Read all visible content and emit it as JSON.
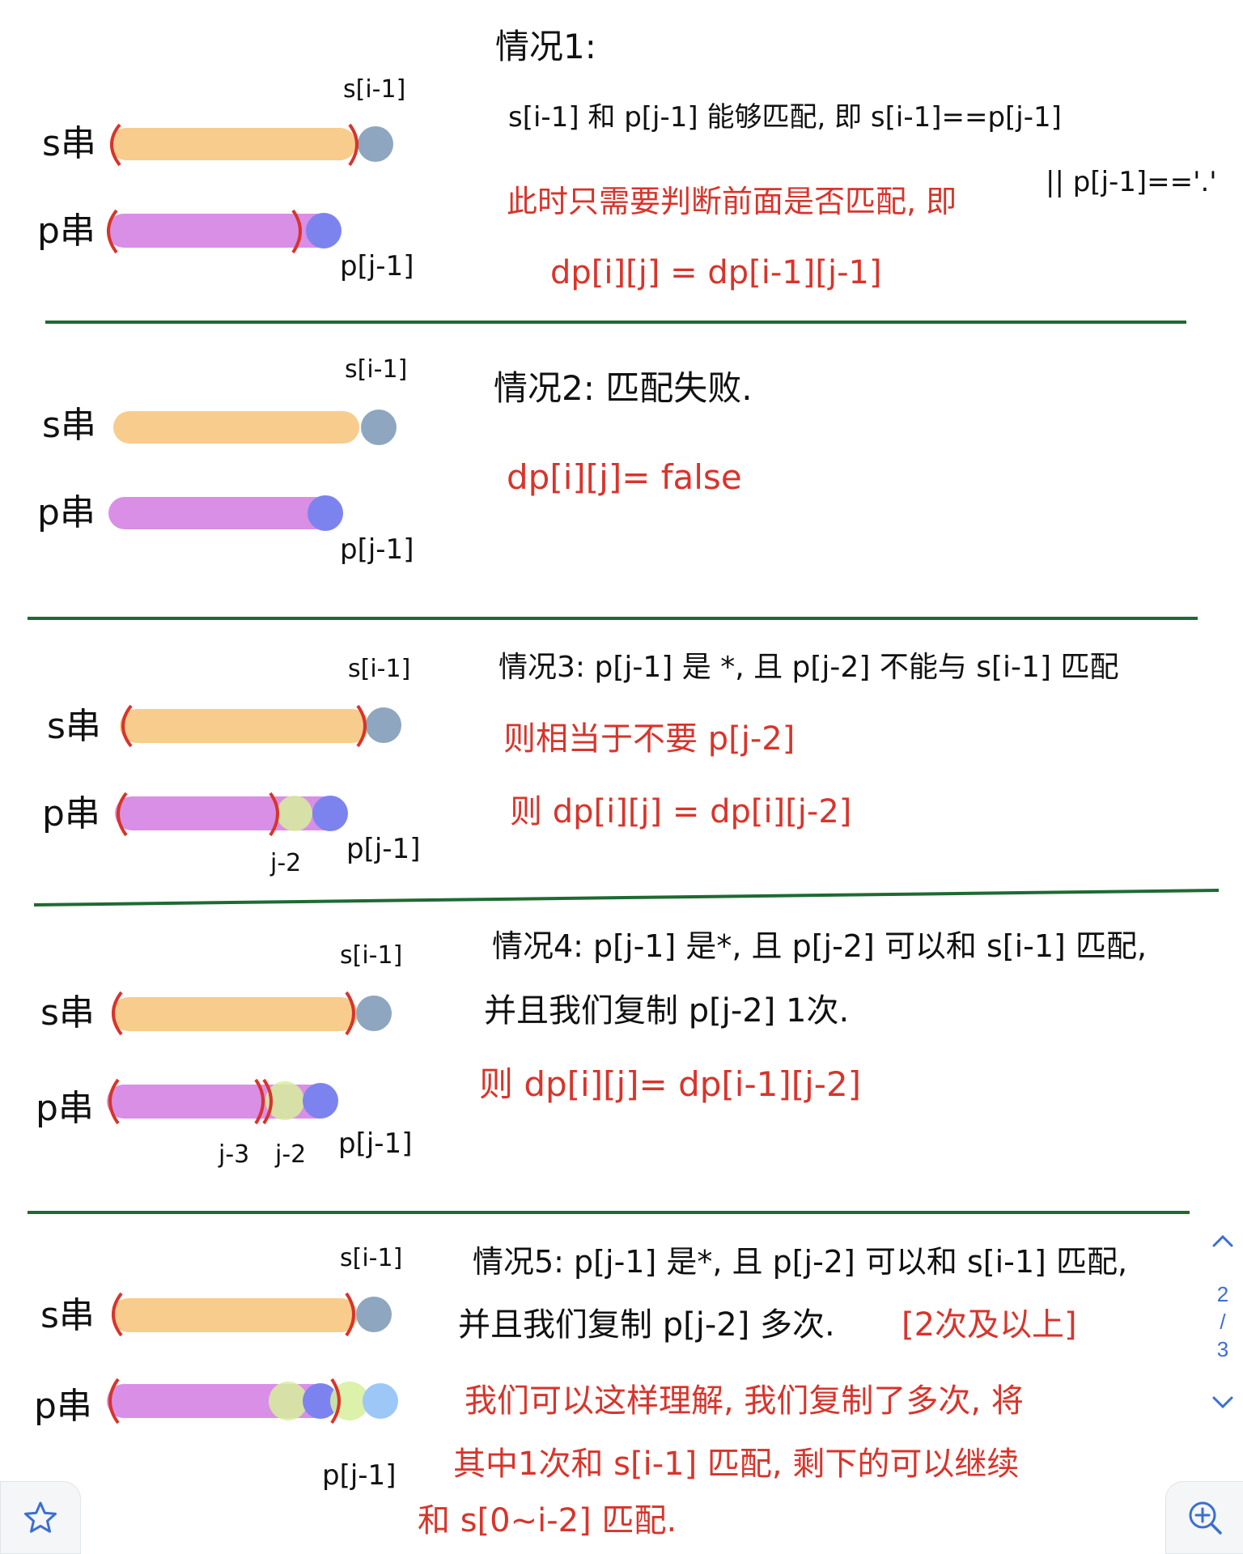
{
  "cases": [
    {
      "title": "情况1:",
      "lines_black": [
        "s[i-1] 和 p[j-1] 能够匹配, 即 s[i-1]==p[j-1]",
        "|| p[j-1]=='.'"
      ],
      "lines_red": [
        "此时只需要判断前面是否匹配, 即",
        "dp[i][j] = dp[i-1][j-1]"
      ],
      "label_s": "s串",
      "label_p": "p串",
      "mark_s": "s[i-1]",
      "mark_p": "p[j-1]",
      "mark_extra": []
    },
    {
      "title": "情况2: 匹配失败.",
      "lines_black": [],
      "lines_red": [
        "dp[i][j]= false"
      ],
      "label_s": "s串",
      "label_p": "p串",
      "mark_s": "s[i-1]",
      "mark_p": "p[j-1]",
      "mark_extra": []
    },
    {
      "title": "情况3: p[j-1] 是 *, 且 p[j-2] 不能与 s[i-1] 匹配",
      "lines_black": [],
      "lines_red": [
        "则相当于不要 p[j-2]",
        "则 dp[i][j] = dp[i][j-2]"
      ],
      "label_s": "s串",
      "label_p": "p串",
      "mark_s": "s[i-1]",
      "mark_p": "p[j-1]",
      "mark_extra": [
        "j-2"
      ]
    },
    {
      "title": "情况4: p[j-1] 是*, 且 p[j-2] 可以和 s[i-1] 匹配,",
      "lines_black": [
        "并且我们复制 p[j-2] 1次."
      ],
      "lines_red": [
        "则 dp[i][j]= dp[i-1][j-2]"
      ],
      "label_s": "s串",
      "label_p": "p串",
      "mark_s": "s[i-1]",
      "mark_p": "p[j-1]",
      "mark_extra": [
        "j-3",
        "j-2"
      ]
    },
    {
      "title": "情况5: p[j-1] 是*, 且 p[j-2] 可以和 s[i-1] 匹配,",
      "lines_black": [
        "并且我们复制 p[j-2] 多次."
      ],
      "lines_red": [
        "[2次及以上]",
        "我们可以这样理解, 我们复制了多次, 将",
        "其中1次和 s[i-1] 匹配, 剩下的可以继续",
        "和 s[0~i-2] 匹配."
      ],
      "label_s": "s串",
      "label_p": "p串",
      "mark_s": "s[i-1]",
      "mark_p": "p[j-1]",
      "mark_extra": []
    }
  ],
  "pager": {
    "current": "2",
    "separator": "/",
    "total": "3"
  },
  "icons": {
    "favorite": "star-icon",
    "zoom": "zoom-in-icon",
    "page_up": "chevron-up-icon",
    "page_down": "chevron-down-icon"
  },
  "colors": {
    "ink_black": "#111111",
    "ink_red": "#d8342b",
    "divider": "#1e6a33",
    "bar_s": "#f8cc8c",
    "bar_p": "#d98fe6",
    "dot_s": "#8ea6bf",
    "dot_p": "#7c83ef",
    "dot_green": "#d6ef9a",
    "dot_light_blue": "#9dc7f7",
    "accent": "#3b6fd0"
  }
}
